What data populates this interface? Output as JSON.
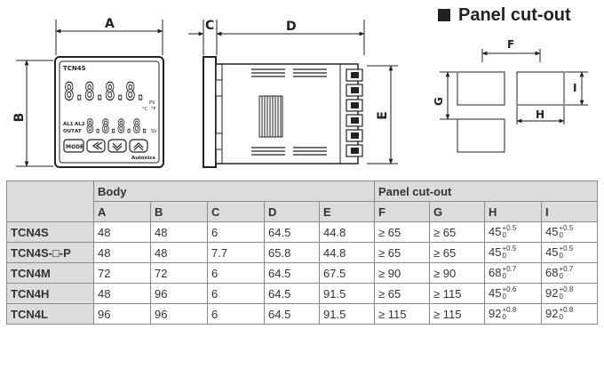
{
  "panel_cutout_title": "Panel cut-out",
  "drawing": {
    "device_model": "TCN4S",
    "brand": "Autonics",
    "digits_pv": "8.8.8.8.",
    "digits_sv": "8.8.8.8.",
    "pv_label": "PV",
    "sv_label": "SV",
    "al1": "AL1",
    "al2": "AL2",
    "out": "OUT",
    "at": "AT",
    "mode_key": "MODE",
    "degc": "°C",
    "degf": "°F",
    "dim_labels": {
      "a": "A",
      "b": "B",
      "c": "C",
      "d": "D",
      "e": "E",
      "f": "F",
      "g": "G",
      "h": "H",
      "i": "I"
    }
  },
  "table": {
    "group_body": "Body",
    "group_panel": "Panel cut-out",
    "columns": [
      "A",
      "B",
      "C",
      "D",
      "E",
      "F",
      "G",
      "H",
      "I"
    ],
    "rows": [
      {
        "model": "TCN4S",
        "a": "48",
        "b": "48",
        "c": "6",
        "d": "64.5",
        "e": "44.8",
        "f": "≥ 65",
        "g": "≥ 65",
        "h": "45",
        "h_up": "+0.5",
        "h_lo": "0",
        "i": "45",
        "i_up": "+0.5",
        "i_lo": "0"
      },
      {
        "model": "TCN4S-□-P",
        "a": "48",
        "b": "48",
        "c": "7.7",
        "d": "65.8",
        "e": "44.8",
        "f": "≥ 65",
        "g": "≥ 65",
        "h": "45",
        "h_up": "+0.5",
        "h_lo": "0",
        "i": "45",
        "i_up": "+0.5",
        "i_lo": "0"
      },
      {
        "model": "TCN4M",
        "a": "72",
        "b": "72",
        "c": "6",
        "d": "64.5",
        "e": "67.5",
        "f": "≥ 90",
        "g": "≥ 90",
        "h": "68",
        "h_up": "+0.7",
        "h_lo": "0",
        "i": "68",
        "i_up": "+0.7",
        "i_lo": "0"
      },
      {
        "model": "TCN4H",
        "a": "48",
        "b": "96",
        "c": "6",
        "d": "64.5",
        "e": "91.5",
        "f": "≥ 65",
        "g": "≥ 115",
        "h": "45",
        "h_up": "+0.6",
        "h_lo": "0",
        "i": "92",
        "i_up": "+0.8",
        "i_lo": "0"
      },
      {
        "model": "TCN4L",
        "a": "96",
        "b": "96",
        "c": "6",
        "d": "64.5",
        "e": "91.5",
        "f": "≥ 115",
        "g": "≥ 115",
        "h": "92",
        "h_up": "+0.8",
        "h_lo": "0",
        "i": "92",
        "i_up": "+0.8",
        "i_lo": "0"
      }
    ]
  }
}
